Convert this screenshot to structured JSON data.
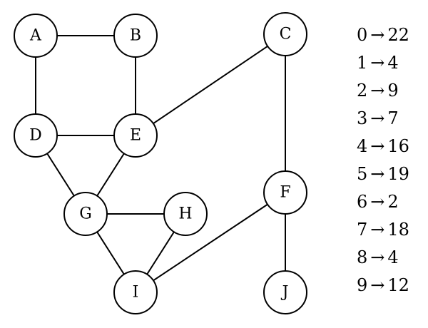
{
  "graph": {
    "nodes": [
      {
        "id": "A",
        "label": "A"
      },
      {
        "id": "B",
        "label": "B"
      },
      {
        "id": "C",
        "label": "C"
      },
      {
        "id": "D",
        "label": "D"
      },
      {
        "id": "E",
        "label": "E"
      },
      {
        "id": "F",
        "label": "F"
      },
      {
        "id": "G",
        "label": "G"
      },
      {
        "id": "H",
        "label": "H"
      },
      {
        "id": "I",
        "label": "I"
      },
      {
        "id": "J",
        "label": "J"
      }
    ],
    "edges": [
      [
        "A",
        "B"
      ],
      [
        "A",
        "D"
      ],
      [
        "B",
        "E"
      ],
      [
        "D",
        "E"
      ],
      [
        "C",
        "E"
      ],
      [
        "C",
        "F"
      ],
      [
        "D",
        "G"
      ],
      [
        "E",
        "G"
      ],
      [
        "G",
        "H"
      ],
      [
        "G",
        "I"
      ],
      [
        "H",
        "I"
      ],
      [
        "F",
        "I"
      ],
      [
        "F",
        "J"
      ]
    ]
  },
  "mapping": [
    {
      "key": "0",
      "arrow": "→",
      "value": "22"
    },
    {
      "key": "1",
      "arrow": "→",
      "value": "4"
    },
    {
      "key": "2",
      "arrow": "→",
      "value": "9"
    },
    {
      "key": "3",
      "arrow": "→",
      "value": "7"
    },
    {
      "key": "4",
      "arrow": "→",
      "value": "16"
    },
    {
      "key": "5",
      "arrow": "→",
      "value": "19"
    },
    {
      "key": "6",
      "arrow": "→",
      "value": "2"
    },
    {
      "key": "7",
      "arrow": "→",
      "value": "18"
    },
    {
      "key": "8",
      "arrow": "→",
      "value": "4"
    },
    {
      "key": "9",
      "arrow": "→",
      "value": "12"
    }
  ]
}
